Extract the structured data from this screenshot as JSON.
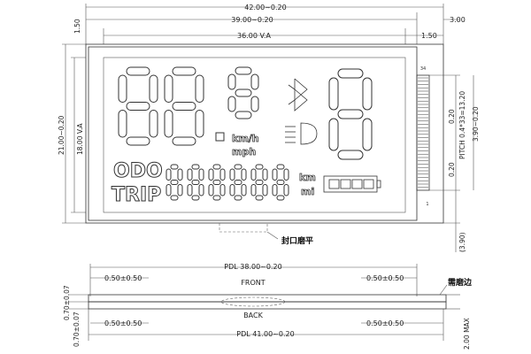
{
  "dimensions": {
    "overall_width": "42.00~0.20",
    "glass_width": "39.00~0.20",
    "view_area_width": "36.00 V.A",
    "right_offset": "3.00",
    "top_margin": "1.50",
    "right_margin": "1.50",
    "overall_height": "21.00~0.20",
    "view_area_height": "18.00 V.A",
    "pin_spacing": "0.20",
    "pitch": "PITCH 0.4*33=13.20",
    "pin_height": "3.90~0.20",
    "pin_bottom": "0.20",
    "bottom_ref": "(3.90)",
    "pdl_top": "PDL 38.00~0.20",
    "pdl_bottom": "PDL 41.00~0.20",
    "edge_tl": "0.50±0.50",
    "edge_tr": "0.50±0.50",
    "edge_bl": "0.50±0.50",
    "edge_br": "0.50±0.50",
    "thick_top": "0.70±0.07",
    "thick_bottom": "0.70±0.07",
    "total_thickness": "2.00 MAX"
  },
  "labels": {
    "seal_note": "封口磨平",
    "edge_note": "需磨边",
    "front": "FRONT",
    "back": "BACK",
    "pin_first": "34",
    "pin_last": "1"
  },
  "segments": {
    "units_speed_1": "km/h",
    "units_speed_2": "mph",
    "odo": "ODO",
    "trip": "TRIP",
    "units_dist_1": "km",
    "units_dist_2": "mi"
  }
}
